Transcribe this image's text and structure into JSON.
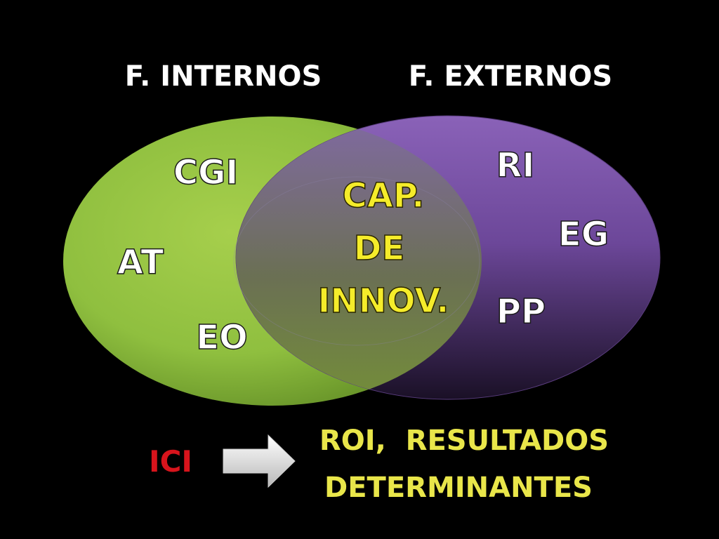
{
  "headers": {
    "internal": "F. INTERNOS",
    "external": "F. EXTERNOS"
  },
  "internal_factors": [
    "CGI",
    "AT",
    "EO"
  ],
  "external_factors": [
    "RI",
    "EG",
    "PP"
  ],
  "intersection": {
    "line1": "CAP.",
    "line2": "DE",
    "line3": "INNOV."
  },
  "result": {
    "source": "ICI",
    "line1": "ROI,  RESULTADOS",
    "line2": "DETERMINANTES"
  },
  "colors": {
    "background": "#000000",
    "internal_circle": "#8fbf3f",
    "external_circle": "#7a55a8",
    "overlap": "#6f7a4f",
    "white_text": "#ffffff",
    "intersection_text": "#f5ec2a",
    "result_text": "#e9e64a",
    "ici_text": "#d7141c",
    "arrow": "#e8e8e8"
  },
  "icons": {
    "arrow": "arrow-right-icon"
  }
}
